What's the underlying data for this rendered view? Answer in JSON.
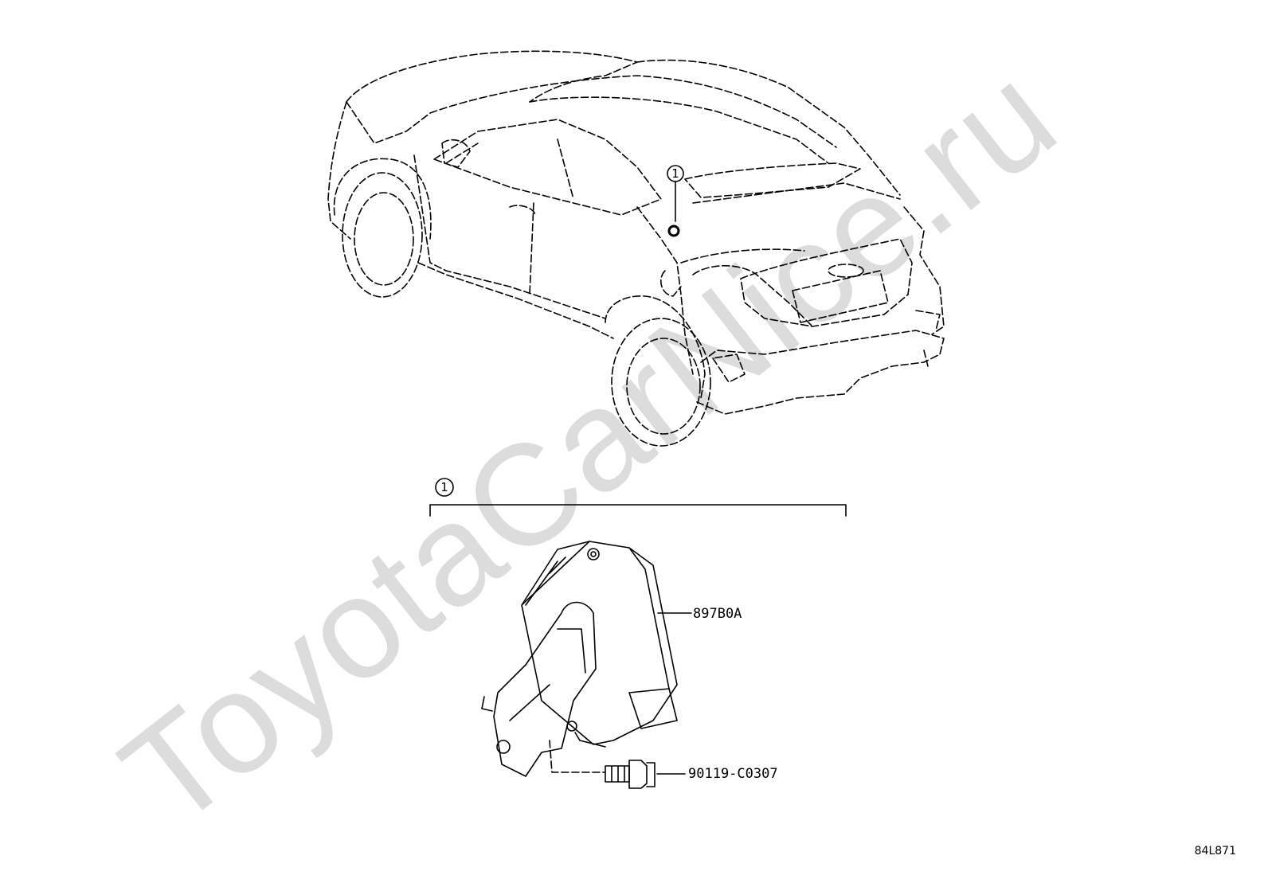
{
  "watermark": {
    "text": "ToyotaCarNice.ru"
  },
  "callouts": {
    "car_marker": "1",
    "group_marker": "1"
  },
  "parts": [
    {
      "number": "897B0A"
    },
    {
      "number": "90119-C0307"
    }
  ],
  "reference_code": "84L871"
}
